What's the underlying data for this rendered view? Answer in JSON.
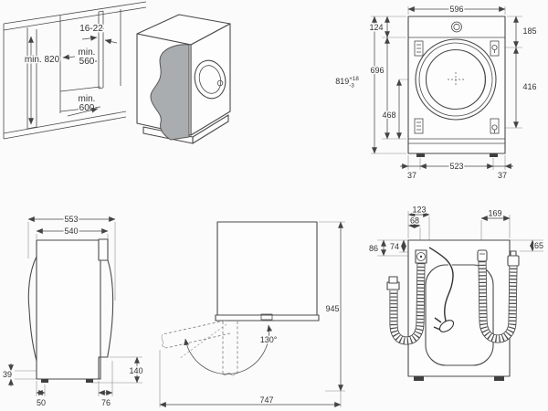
{
  "meta": {
    "description_colors": {
      "line": "#4a4a4a",
      "panel_gray": "#a9adb0",
      "background": "#fbfbfb",
      "text": "#333333"
    }
  },
  "views": {
    "niche": {
      "labels": {
        "height_min": "min. 820",
        "panel_thickness": "16-22",
        "width_prefix": "min.",
        "width_value": "560",
        "depth_prefix": "min.",
        "depth_value": "600"
      }
    },
    "front": {
      "labels": {
        "width": "596",
        "top_offset": "124",
        "body_height": "696",
        "total_height": "819",
        "tolerance_plus": "+18",
        "tolerance_minus": "-3",
        "drum_center_height": "468",
        "bracket_top_offset": "185",
        "bracket_spacing": "416",
        "foot_offset_left": "37",
        "foot_spacing": "523",
        "foot_offset_right": "37"
      }
    },
    "side": {
      "labels": {
        "depth_total": "553",
        "depth_body": "540",
        "rear_base_height": "39",
        "rear_foot_offset": "50",
        "front_recess_depth": "76",
        "plinth_height": "140"
      }
    },
    "plan": {
      "labels": {
        "door_opening_angle": "130°",
        "clearance_depth": "945",
        "clearance_width": "747"
      }
    },
    "rear": {
      "labels": {
        "cable_offset": "123",
        "drain_offset": "68",
        "inlet_offset": "169",
        "left_edge_drop": "86",
        "drain_top_drop": "74",
        "inlet_top_drop": "65"
      }
    }
  }
}
